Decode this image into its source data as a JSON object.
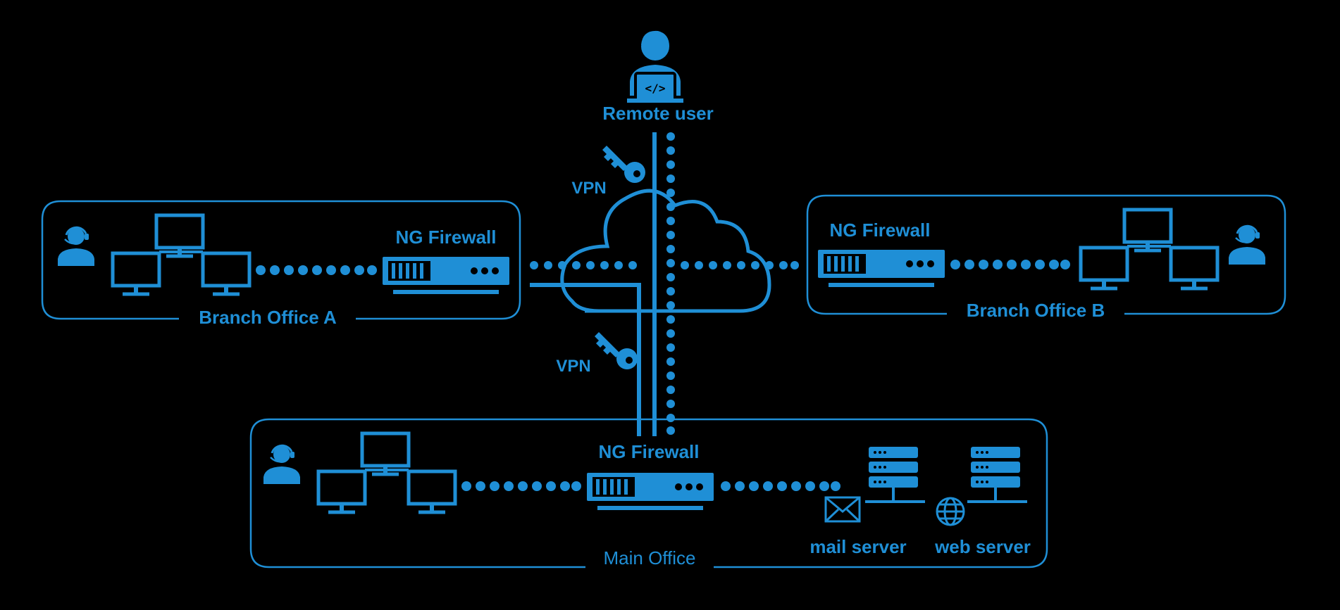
{
  "colors": {
    "accent": "#1f8fd6",
    "background": "#000000"
  },
  "labels": {
    "remote_user": "Remote user",
    "vpn_top": "VPN",
    "vpn_bottom": "VPN",
    "branch_a_firewall": "NG Firewall",
    "branch_a_name": "Branch Office A",
    "branch_b_firewall": "NG Firewall",
    "branch_b_name": "Branch Office B",
    "main_firewall": "NG Firewall",
    "main_name": "Main Office",
    "mail_server": "mail server",
    "web_server": "web server"
  },
  "icons": {
    "remote_user": "developer-laptop-icon",
    "key": "key-icon",
    "cloud": "cloud-icon",
    "firewall": "firewall-appliance-icon",
    "support_agent": "headset-user-icon",
    "workstations": "computer-network-icon",
    "server": "server-rack-icon",
    "mail": "envelope-icon",
    "web": "globe-icon"
  }
}
